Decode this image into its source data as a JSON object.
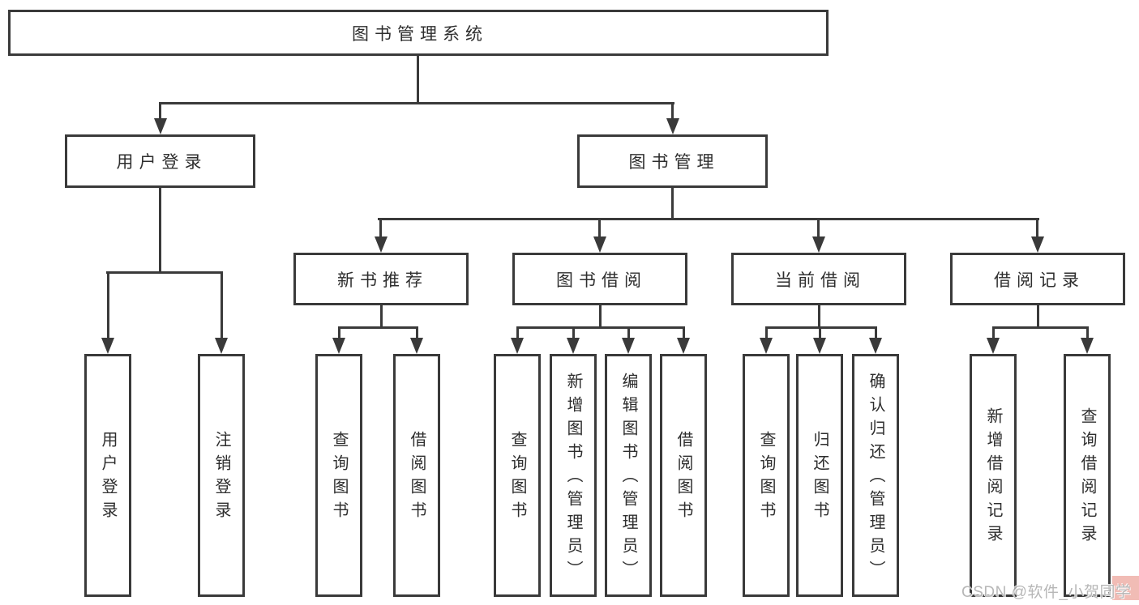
{
  "diagram": {
    "root": {
      "label": "图书管理系统",
      "children": [
        {
          "label": "用户登录",
          "children": [
            {
              "label": "用户登录"
            },
            {
              "label": "注销登录"
            }
          ]
        },
        {
          "label": "图书管理",
          "children": [
            {
              "label": "新书推荐",
              "children": [
                {
                  "label": "查询图书"
                },
                {
                  "label": "借阅图书"
                }
              ]
            },
            {
              "label": "图书借阅",
              "children": [
                {
                  "label": "查询图书"
                },
                {
                  "label": "新增图书（管理员）"
                },
                {
                  "label": "编辑图书（管理员）"
                },
                {
                  "label": "借阅图书"
                }
              ]
            },
            {
              "label": "当前借阅",
              "children": [
                {
                  "label": "查询图书"
                },
                {
                  "label": "归还图书"
                },
                {
                  "label": "确认归还（管理员）"
                }
              ]
            },
            {
              "label": "借阅记录",
              "children": [
                {
                  "label": "新增借阅记录"
                },
                {
                  "label": "查询借阅记录"
                }
              ]
            }
          ]
        }
      ]
    }
  },
  "watermark": {
    "text": "CSDN @软件_小贺同学"
  },
  "colors": {
    "background": "#ffffff",
    "line": "#3a3a3a",
    "text": "#2e2e2e",
    "watermark_text": "#b7b7b7",
    "watermark_highlight": "#f1bcb5"
  }
}
